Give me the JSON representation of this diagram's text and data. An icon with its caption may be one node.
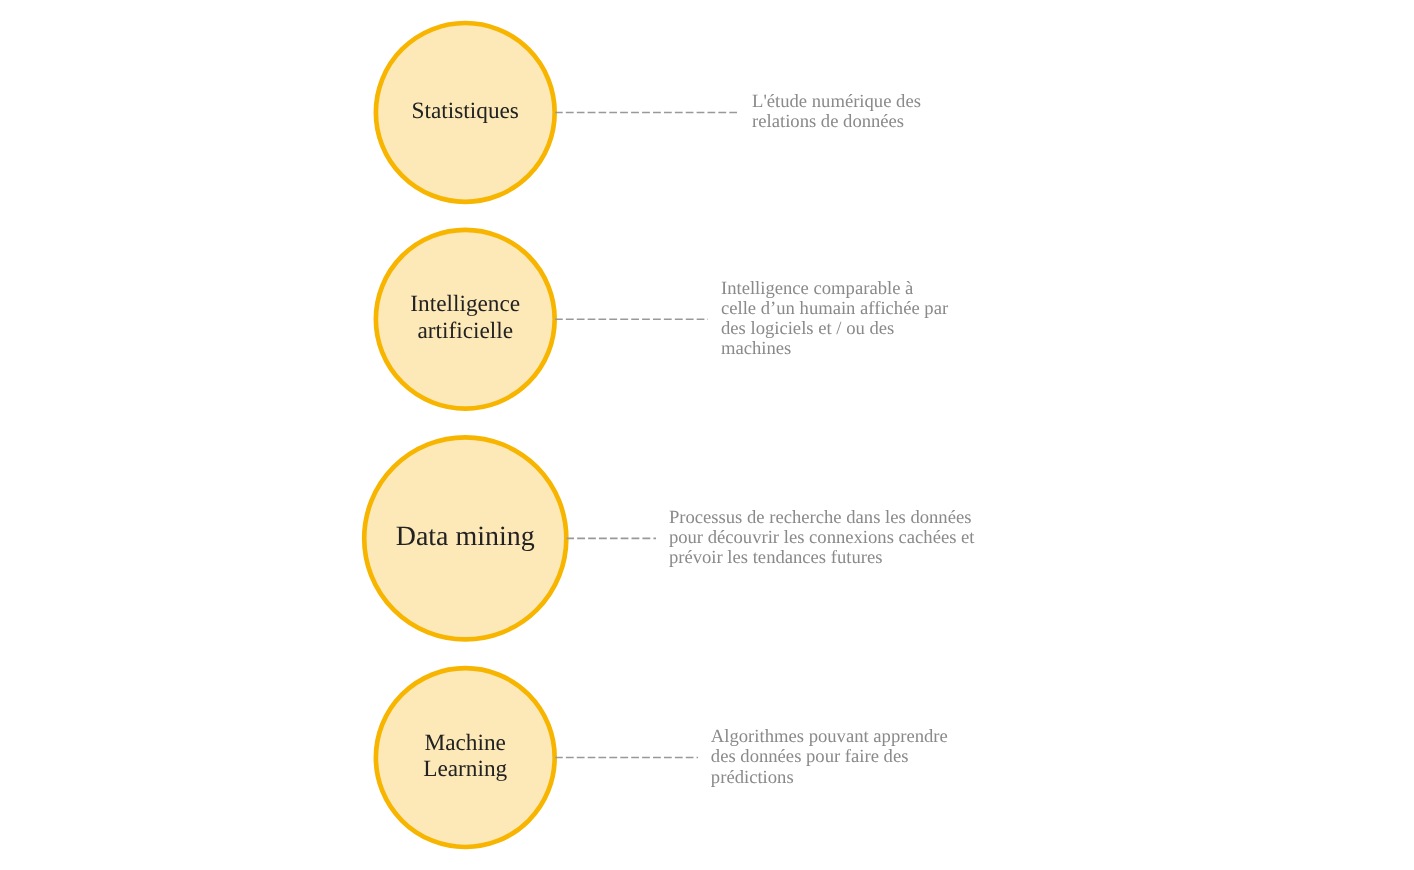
{
  "diagram": {
    "nodes": [
      {
        "text": [
          "Machine Learning"
        ]
      },
      {
        "text": [
          "Data mining"
        ]
      },
      {
        "text": [
          "Intelligence artificielle"
        ]
      },
      {
        "text": [
          "Statistiques"
        ]
      },
      {
        "text": [
          "Algorithmes pouvant apprendre des données pour faire des prédictions"
        ]
      },
      {
        "text": [
          "Processus de recherche dans les données pour découvrir les connexions cachées et prévoir les tendances futures"
        ]
      },
      {
        "text": [
          "L'étude numérique des relations de données"
        ]
      },
      {
        "text": [
          "Intelligence comparable à celle d’un humain affichée par des logiciels et / ou des machines"
        ]
      }
    ],
    "edges": [
      {
        "from": 0,
        "to": 4,
        "arrow": "none",
        "style": "dashed"
      },
      {
        "from": 1,
        "to": 5,
        "arrow": "none",
        "style": "dashed"
      },
      {
        "from": 3,
        "to": 6,
        "arrow": "none",
        "style": "dashed"
      },
      {
        "from": 2,
        "to": 7,
        "arrow": "none",
        "style": "dashed"
      }
    ]
  }
}
